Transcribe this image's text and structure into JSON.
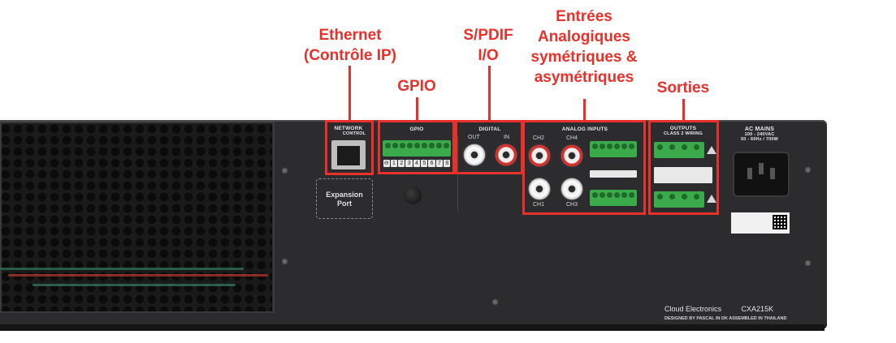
{
  "callouts": {
    "ethernet_line1": "Ethernet",
    "ethernet_line2": "(Contrôle IP)",
    "gpio": "GPIO",
    "spdif_line1": "S/PDIF",
    "spdif_line2": "I/O",
    "analog_line1": "Entrées",
    "analog_line2": "Analogiques",
    "analog_line3": "symétriques &",
    "analog_line4": "asymétriques",
    "outputs": "Sorties"
  },
  "panel": {
    "network_label1": "NETWORK",
    "network_label2": "CONTROL",
    "expansion_line1": "Expansion",
    "expansion_line2": "Port",
    "gpio_label": "GPIO",
    "gpio_pins": [
      "⊖",
      "1",
      "2",
      "3",
      "4",
      "5",
      "6",
      "7",
      "8"
    ],
    "digital_label": "DIGITAL",
    "digital_out": "OUT",
    "digital_in": "IN",
    "analog_label": "ANALOG INPUTS",
    "ch1": "CH1",
    "ch2": "CH2",
    "ch3": "CH3",
    "ch4": "CH4",
    "outputs_label": "OUTPUTS",
    "outputs_sub": "CLASS 2 WIRING",
    "ac_label": "AC MAINS",
    "ac_line1": "100 - 240VAC",
    "ac_line2": "50 - 60Hz / 700W",
    "brand": "Cloud Electronics",
    "model": "CXA215K",
    "designed": "DESIGNED BY PASCAL IN DK   ASSEMBLED IN THAILAND"
  },
  "colors": {
    "accent": "#e8312b",
    "chassis": "#2c2c2e",
    "terminal_green": "#3aaa4a"
  }
}
